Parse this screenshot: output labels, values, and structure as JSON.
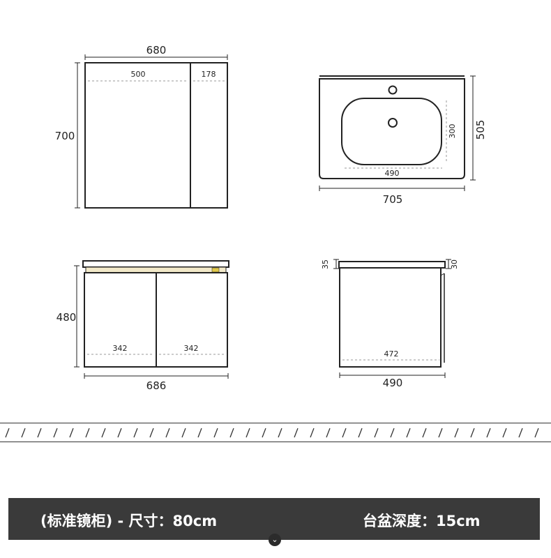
{
  "mirror_cabinet": {
    "width": "680",
    "height": "700",
    "left_door": "500",
    "right_door": "178"
  },
  "basin_top": {
    "width": "705",
    "depth": "505",
    "bowl_width": "490",
    "bowl_depth": "300"
  },
  "cabinet_front": {
    "height": "480",
    "width": "686",
    "door_left": "342",
    "door_right": "342"
  },
  "cabinet_side": {
    "top_thickness": "35",
    "top_thickness_right": "30",
    "inner_depth": "472",
    "depth": "490"
  },
  "banner": {
    "left_text": "(标准镜柜) - 尺寸：80cm",
    "right_text": "台盆深度：15cm"
  },
  "colors": {
    "line": "#222222",
    "banner_bg": "#3a3a3a",
    "accent": "#f2e9c9"
  },
  "icons": {
    "scroll": "chevron-down-icon"
  }
}
